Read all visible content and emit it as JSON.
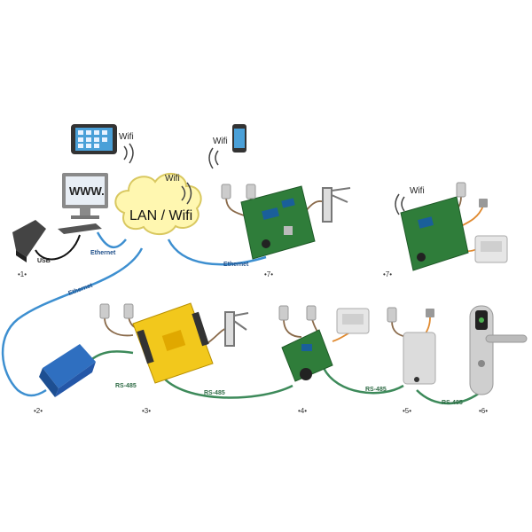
{
  "network": {
    "cloud_label": "LAN / Wifi",
    "wifi_label": "Wifi",
    "usb_label": "USB",
    "ethernet_label": "Ethernet",
    "rs485_label": "RS-485",
    "monitor_text": "WWW."
  },
  "markers": {
    "m1": "•1•",
    "m2": "•2•",
    "m3": "•3•",
    "m4": "•4•",
    "m5": "•5•",
    "m6": "•6•",
    "m7a": "•7•",
    "m7b": "•7•"
  },
  "colors": {
    "ethernet": "#3d8fd0",
    "rs485": "#3d8a5a",
    "wire": "#c9874a",
    "board": "#2f7d3a",
    "cloud": "#fff7b0"
  }
}
